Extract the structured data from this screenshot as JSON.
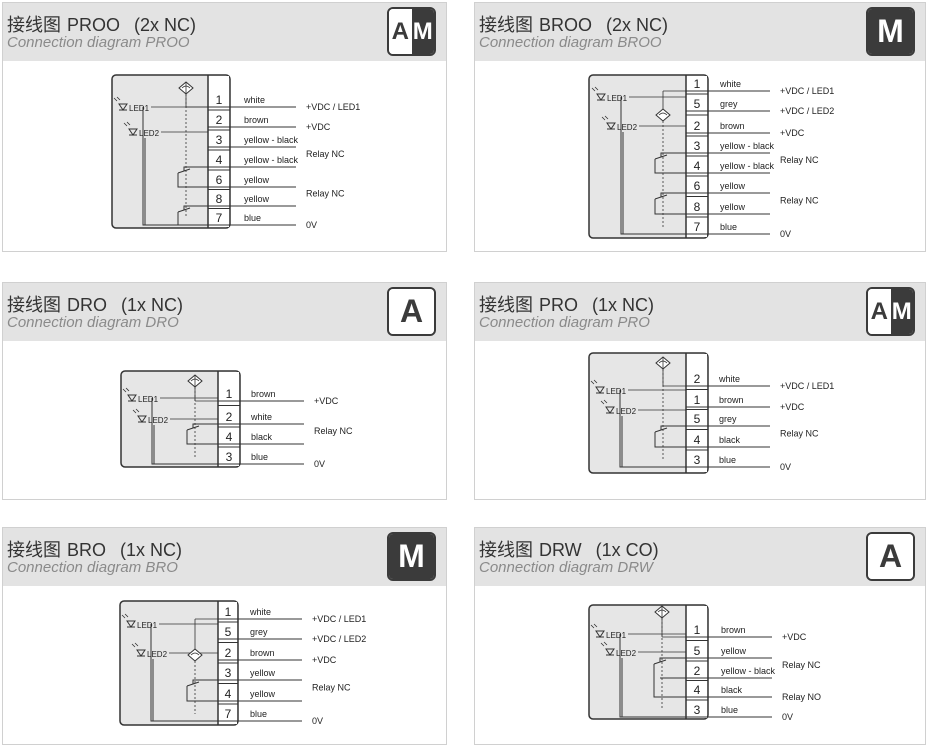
{
  "panels": [
    {
      "id": "proo",
      "title_cn": "接线图",
      "title_model": "PROO",
      "title_contacts": "(2x NC)",
      "subtitle": "Connection diagram PROO",
      "badge": "AM",
      "led_labels": [
        "LED1",
        "LED2"
      ],
      "rows": [
        {
          "pin": "1",
          "wire": "white",
          "signal": "+VDC / LED1"
        },
        {
          "pin": "2",
          "wire": "brown",
          "signal": "+VDC"
        },
        {
          "pin": "3",
          "wire": "yellow - black",
          "signal": ""
        },
        {
          "pin": "4",
          "wire": "yellow - black",
          "signal": "Relay NC"
        },
        {
          "pin": "6",
          "wire": "yellow",
          "signal": ""
        },
        {
          "pin": "8",
          "wire": "yellow",
          "signal": "Relay NC"
        },
        {
          "pin": "7",
          "wire": "blue",
          "signal": "0V"
        }
      ]
    },
    {
      "id": "broo",
      "title_cn": "接线图",
      "title_model": "BROO",
      "title_contacts": "(2x NC)",
      "subtitle": "Connection diagram BROO",
      "badge": "M",
      "led_labels": [
        "LED1",
        "LED2"
      ],
      "rows": [
        {
          "pin": "1",
          "wire": "white",
          "signal": "+VDC / LED1"
        },
        {
          "pin": "5",
          "wire": "grey",
          "signal": "+VDC / LED2"
        },
        {
          "pin": "2",
          "wire": "brown",
          "signal": "+VDC"
        },
        {
          "pin": "3",
          "wire": "yellow - black",
          "signal": ""
        },
        {
          "pin": "4",
          "wire": "yellow - black",
          "signal": "Relay NC"
        },
        {
          "pin": "6",
          "wire": "yellow",
          "signal": ""
        },
        {
          "pin": "8",
          "wire": "yellow",
          "signal": "Relay NC"
        },
        {
          "pin": "7",
          "wire": "blue",
          "signal": "0V"
        }
      ]
    },
    {
      "id": "dro",
      "title_cn": "接线图",
      "title_model": "DRO",
      "title_contacts": "(1x NC)",
      "subtitle": "Connection diagram DRO",
      "badge": "A",
      "led_labels": [
        "LED1",
        "LED2"
      ],
      "rows": [
        {
          "pin": "1",
          "wire": "brown",
          "signal": "+VDC"
        },
        {
          "pin": "2",
          "wire": "white",
          "signal": ""
        },
        {
          "pin": "4",
          "wire": "black",
          "signal": "Relay NC"
        },
        {
          "pin": "3",
          "wire": "blue",
          "signal": "0V"
        }
      ]
    },
    {
      "id": "pro",
      "title_cn": "接线图",
      "title_model": "PRO",
      "title_contacts": "(1x NC)",
      "subtitle": "Connection diagram PRO",
      "badge": "AM",
      "led_labels": [
        "LED1",
        "LED2"
      ],
      "rows": [
        {
          "pin": "2",
          "wire": "white",
          "signal": "+VDC / LED1"
        },
        {
          "pin": "1",
          "wire": "brown",
          "signal": "+VDC"
        },
        {
          "pin": "5",
          "wire": "grey",
          "signal": ""
        },
        {
          "pin": "4",
          "wire": "black",
          "signal": "Relay NC"
        },
        {
          "pin": "3",
          "wire": "blue",
          "signal": "0V"
        }
      ]
    },
    {
      "id": "bro",
      "title_cn": "接线图",
      "title_model": "BRO",
      "title_contacts": "(1x NC)",
      "subtitle": "Connection diagram BRO",
      "badge": "M",
      "led_labels": [
        "LED1",
        "LED2"
      ],
      "rows": [
        {
          "pin": "1",
          "wire": "white",
          "signal": "+VDC / LED1"
        },
        {
          "pin": "5",
          "wire": "grey",
          "signal": "+VDC / LED2"
        },
        {
          "pin": "2",
          "wire": "brown",
          "signal": "+VDC"
        },
        {
          "pin": "3",
          "wire": "yellow",
          "signal": ""
        },
        {
          "pin": "4",
          "wire": "yellow",
          "signal": "Relay NC"
        },
        {
          "pin": "7",
          "wire": "blue",
          "signal": "0V"
        }
      ]
    },
    {
      "id": "drw",
      "title_cn": "接线图",
      "title_model": "DRW",
      "title_contacts": "(1x CO)",
      "subtitle": "Connection diagram DRW",
      "badge": "A",
      "led_labels": [
        "LED1",
        "LED2"
      ],
      "rows": [
        {
          "pin": "1",
          "wire": "brown",
          "signal": "+VDC"
        },
        {
          "pin": "5",
          "wire": "yellow",
          "signal": ""
        },
        {
          "pin": "2",
          "wire": "yellow - black",
          "signal": "Relay NC"
        },
        {
          "pin": "4",
          "wire": "black",
          "signal": "Relay NO"
        },
        {
          "pin": "3",
          "wire": "blue",
          "signal": "0V"
        }
      ]
    }
  ]
}
